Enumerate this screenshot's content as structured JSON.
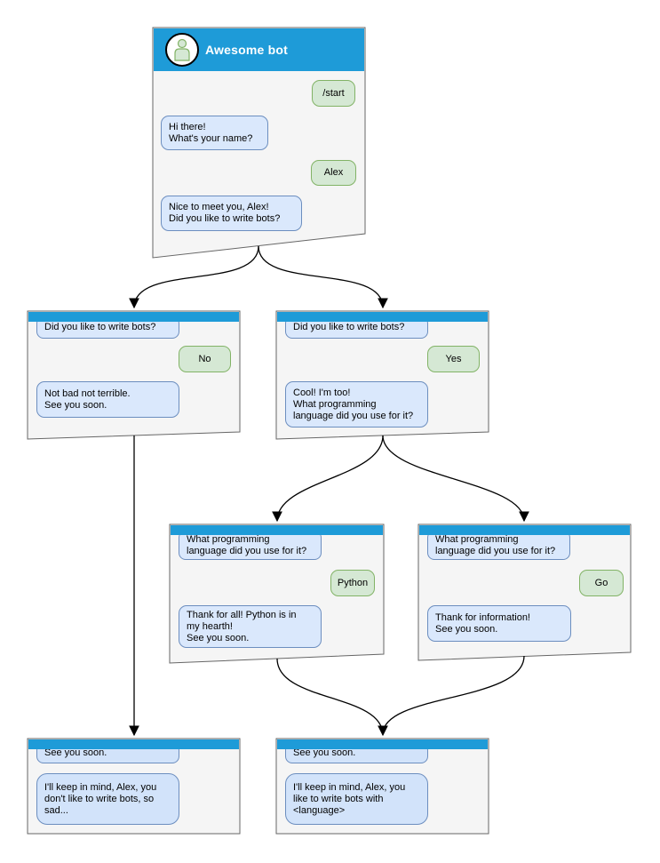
{
  "colors": {
    "header_blue": "#1e9bd8",
    "window_fill": "#f5f5f5",
    "window_stroke": "#666666",
    "bot_bubble_fill": "#dae8fc",
    "bot_bubble_stroke": "#6c8ebf",
    "user_bubble_fill": "#d5e8d4",
    "user_bubble_stroke": "#82b366",
    "connector": "#000000"
  },
  "icons": {
    "avatar": "person-icon"
  },
  "windows": [
    {
      "id": "main",
      "title": "Awesome bot",
      "bubbles": [
        {
          "from": "user",
          "text": "/start"
        },
        {
          "from": "bot",
          "text": "Hi there!\nWhat's your name?"
        },
        {
          "from": "user",
          "text": "Alex"
        },
        {
          "from": "bot",
          "text": "Nice to meet you, Alex!\nDid you like to write bots?"
        }
      ]
    },
    {
      "id": "no-branch",
      "title": "",
      "bubbles": [
        {
          "from": "bot",
          "text": "Did you like to write bots?"
        },
        {
          "from": "user",
          "text": "No"
        },
        {
          "from": "bot",
          "text": "Not bad not terrible.\nSee you soon."
        }
      ]
    },
    {
      "id": "yes-branch",
      "title": "",
      "bubbles": [
        {
          "from": "bot",
          "text": "Did you like to write bots?"
        },
        {
          "from": "user",
          "text": "Yes"
        },
        {
          "from": "bot",
          "text": "Cool! I'm too!\nWhat programming\nlanguage did you use for it?"
        }
      ]
    },
    {
      "id": "python-branch",
      "title": "",
      "bubbles": [
        {
          "from": "bot",
          "text": "What programming\nlanguage did you use for it?"
        },
        {
          "from": "user",
          "text": "Python"
        },
        {
          "from": "bot",
          "text": "Thank for all! Python is in\nmy hearth!\nSee you soon."
        }
      ]
    },
    {
      "id": "go-branch",
      "title": "",
      "bubbles": [
        {
          "from": "bot",
          "text": "What programming\nlanguage did you use for it?"
        },
        {
          "from": "user",
          "text": "Go"
        },
        {
          "from": "bot",
          "text": "Thank for information!\nSee you soon."
        }
      ]
    },
    {
      "id": "end-no",
      "title": "",
      "bubbles": [
        {
          "from": "bot",
          "text": "See you soon."
        },
        {
          "from": "bot",
          "text": "I'll keep in mind, Alex, you\ndon't like to write bots, so\nsad..."
        }
      ]
    },
    {
      "id": "end-yes",
      "title": "",
      "bubbles": [
        {
          "from": "bot",
          "text": "See you soon."
        },
        {
          "from": "bot",
          "text": "I'll keep in mind, Alex, you\nlike to write bots with\n<language>"
        }
      ]
    }
  ],
  "connectors": [
    {
      "from": "main",
      "to": "no-branch"
    },
    {
      "from": "main",
      "to": "yes-branch"
    },
    {
      "from": "no-branch",
      "to": "end-no"
    },
    {
      "from": "yes-branch",
      "to": "python-branch"
    },
    {
      "from": "yes-branch",
      "to": "go-branch"
    },
    {
      "from": "python-branch",
      "to": "end-yes"
    },
    {
      "from": "go-branch",
      "to": "end-yes"
    }
  ]
}
